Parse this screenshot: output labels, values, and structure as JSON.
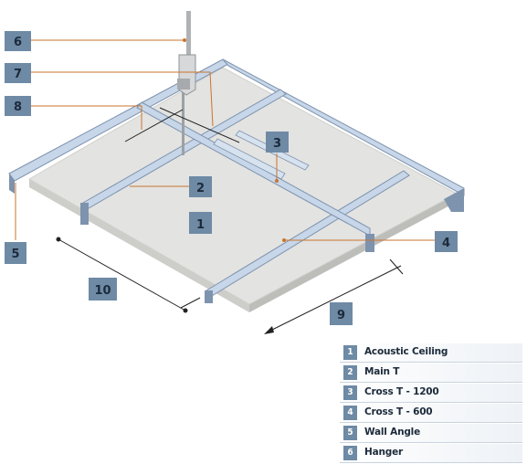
{
  "callouts": [
    {
      "num": "6"
    },
    {
      "num": "7"
    },
    {
      "num": "8"
    },
    {
      "num": "5"
    },
    {
      "num": "3"
    },
    {
      "num": "2"
    },
    {
      "num": "1"
    },
    {
      "num": "4"
    },
    {
      "num": "10"
    },
    {
      "num": "9"
    }
  ],
  "legend": [
    {
      "num": "1",
      "label": "Acoustic Ceiling"
    },
    {
      "num": "2",
      "label": "Main T"
    },
    {
      "num": "3",
      "label": "Cross T - 1200"
    },
    {
      "num": "4",
      "label": "Cross T  - 600"
    },
    {
      "num": "5",
      "label": "Wall Angle"
    },
    {
      "num": "6",
      "label": "Hanger"
    }
  ],
  "colors": {
    "callout_box": "#6e8aa5",
    "leader_line": "#c9742d",
    "tile_top": "#e4e4e2",
    "tile_side": "#cfcfcc",
    "grid_light": "#c7d6e8",
    "grid_outline": "#7d93ae",
    "hanger": "#a7aaad"
  }
}
